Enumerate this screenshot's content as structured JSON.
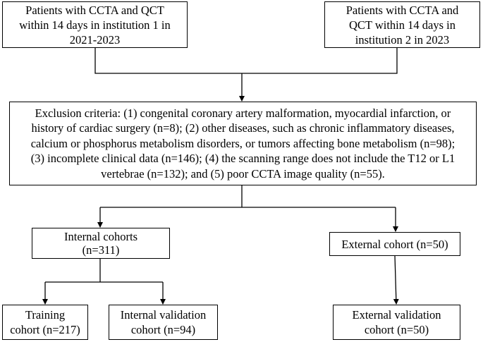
{
  "boxes": {
    "inst1": [
      "Patients with CCTA and QCT",
      "within 14 days in institution 1 in",
      "2021-2023"
    ],
    "inst2": [
      "Patients with CCTA and",
      "QCT within 14 days in",
      "institution 2 in 2023"
    ],
    "exclusion": [
      "Exclusion criteria: (1) congenital coronary artery malformation, myocardial infarction, or",
      "history of cardiac surgery (n=8); (2) other diseases, such as chronic inflammatory diseases,",
      "calcium or phosphorus metabolism disorders, or tumors affecting bone metabolism (n=98);",
      "(3) incomplete clinical data (n=146); (4) the scanning range does not include the T12 or L1",
      "vertebrae (n=132); and (5) poor CCTA image quality (n=55)."
    ],
    "internal": [
      "Internal cohorts",
      "(n=311)"
    ],
    "external": [
      "External cohort (n=50)"
    ],
    "training": [
      "Training",
      "cohort (n=217)"
    ],
    "internal_validation": [
      "Internal validation",
      "cohort (n=94)"
    ],
    "external_validation": [
      "External validation",
      "cohort (n=50)"
    ]
  }
}
